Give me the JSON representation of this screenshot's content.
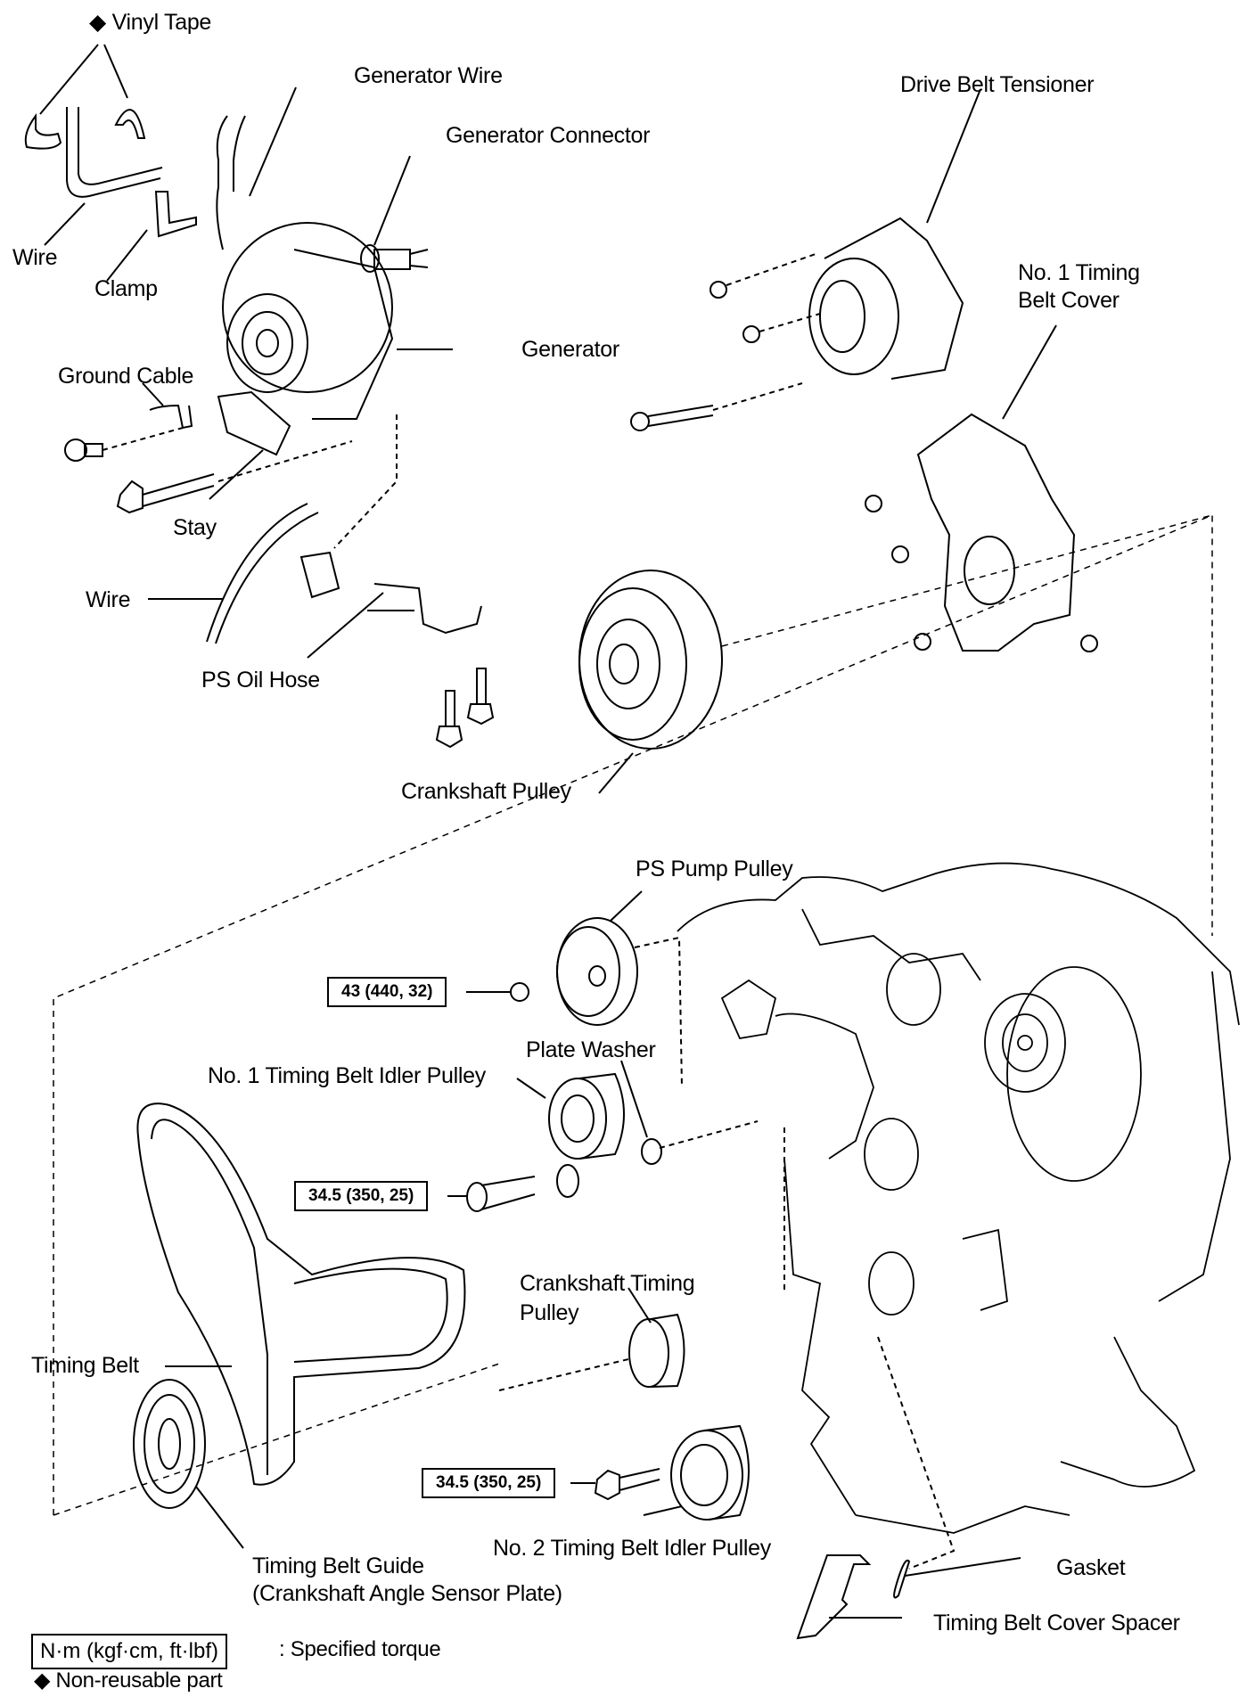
{
  "diagram": {
    "type": "exploded-parts-diagram",
    "subject": "Timing belt / generator / drive belt components",
    "labels": {
      "vinyl_tape": "Vinyl Tape",
      "generator_wire": "Generator Wire",
      "generator_connector": "Generator Connector",
      "drive_belt_tensioner": "Drive Belt Tensioner",
      "no1_timing_belt_cover_line1": "No. 1 Timing",
      "no1_timing_belt_cover_line2": "Belt Cover",
      "wire_top": "Wire",
      "clamp": "Clamp",
      "generator": "Generator",
      "ground_cable": "Ground Cable",
      "stay": "Stay",
      "wire_mid": "Wire",
      "ps_oil_hose": "PS Oil Hose",
      "crankshaft_pulley": "Crankshaft Pulley",
      "ps_pump_pulley": "PS Pump Pulley",
      "plate_washer": "Plate Washer",
      "no1_idler_pulley": "No. 1 Timing Belt Idler Pulley",
      "crankshaft_timing_pulley_line1": "Crankshaft Timing",
      "crankshaft_timing_pulley_line2": "Pulley",
      "timing_belt": "Timing Belt",
      "no2_idler_pulley": "No. 2 Timing Belt Idler Pulley",
      "timing_belt_guide_line1": "Timing Belt Guide",
      "timing_belt_guide_line2": "(Crankshaft Angle Sensor Plate)",
      "gasket": "Gasket",
      "timing_belt_cover_spacer": "Timing Belt Cover Spacer"
    },
    "torque_specs": [
      {
        "part": "PS Pump Pulley nut",
        "value": "43 (440, 32)"
      },
      {
        "part": "No. 1 Timing Belt Idler Pulley bolt",
        "value": "34.5 (350, 25)"
      },
      {
        "part": "No. 2 Timing Belt Idler Pulley bolt",
        "value": "34.5 (350, 25)"
      }
    ],
    "legend": {
      "torque_units": "N·m (kgf·cm, ft·lbf)",
      "torque_desc": ": Specified torque",
      "non_reusable_symbol": "◆",
      "non_reusable_desc": "Non-reusable part"
    }
  }
}
